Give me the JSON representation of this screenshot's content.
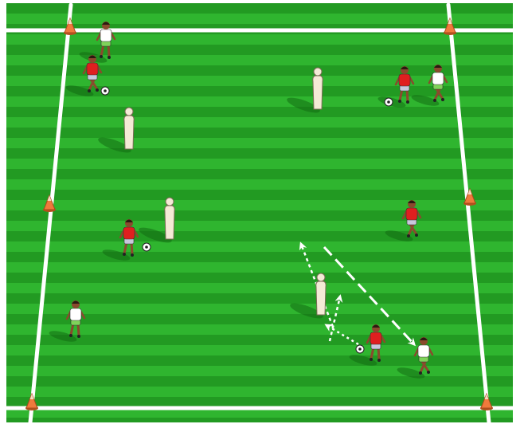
{
  "colors": {
    "grass_light": "#2fb52f",
    "grass_dark": "#229a22",
    "field_line": "#ffffff",
    "cone": "#ef7a3c",
    "cone_tip": "#f7d8c0",
    "mannequin": "#f4ead6",
    "red_kit": "#e01f1f",
    "red_shorts": "#c8c8dc",
    "white_kit": "#ffffff",
    "white_shorts": "#7fd35a",
    "skin": "#8a4b2d",
    "shadow": "#136b13",
    "arrow": "#ffffff"
  },
  "field": {
    "cones": [
      {
        "name": "cone-top-left"
      },
      {
        "name": "cone-top-right"
      },
      {
        "name": "cone-mid-left"
      },
      {
        "name": "cone-mid-right"
      },
      {
        "name": "cone-bottom-left"
      },
      {
        "name": "cone-bottom-right"
      }
    ],
    "mannequins": [
      {
        "name": "mannequin-top-center"
      },
      {
        "name": "mannequin-upper-left"
      },
      {
        "name": "mannequin-mid-left"
      },
      {
        "name": "mannequin-lower-center"
      }
    ],
    "players": [
      {
        "name": "player-white-top-left",
        "team": "white"
      },
      {
        "name": "player-red-top-left",
        "team": "red",
        "ball": true
      },
      {
        "name": "player-red-top-right",
        "team": "red",
        "ball": true
      },
      {
        "name": "player-white-top-right",
        "team": "white"
      },
      {
        "name": "player-red-mid-left",
        "team": "red",
        "ball": true
      },
      {
        "name": "player-red-mid-right",
        "team": "red"
      },
      {
        "name": "player-white-bottom-left",
        "team": "white"
      },
      {
        "name": "player-red-bottom-center",
        "team": "red",
        "ball": true
      },
      {
        "name": "player-white-bottom-right",
        "team": "white"
      }
    ],
    "arrows": [
      {
        "name": "dribble-arrow-1",
        "kind": "dribble"
      },
      {
        "name": "dribble-arrow-2",
        "kind": "dribble"
      },
      {
        "name": "run-arrow",
        "kind": "run"
      },
      {
        "name": "pass-arrow",
        "kind": "pass"
      }
    ]
  }
}
